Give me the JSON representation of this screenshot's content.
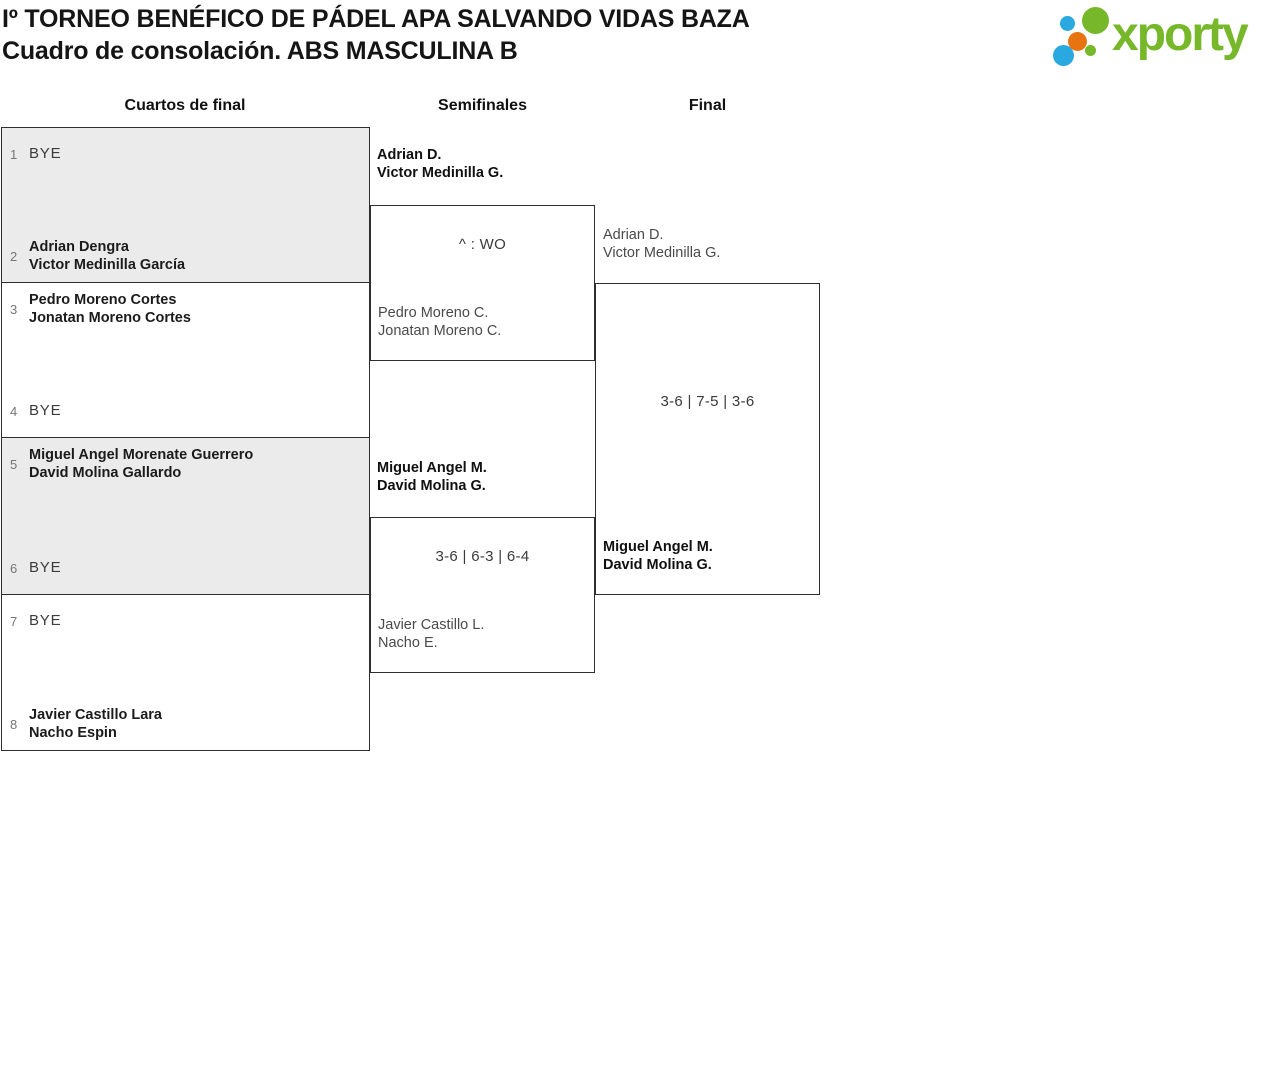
{
  "header": {
    "title": "Iº TORNEO BENÉFICO DE PÁDEL APA SALVANDO VIDAS BAZA",
    "subtitle": "Cuadro de consolación. ABS MASCULINA B",
    "logo": {
      "text": "xporty"
    }
  },
  "rounds": {
    "quarterfinals_label": "Cuartos de final",
    "semifinals_label": "Semifinales",
    "final_label": "Final"
  },
  "quarterfinals": [
    {
      "seed_top": "1",
      "team_top": "BYE",
      "seed_bottom": "2",
      "team_bottom": "Adrian Dengra\nVictor Medinilla García"
    },
    {
      "seed_top": "3",
      "team_top": "Pedro Moreno Cortes\nJonatan Moreno Cortes",
      "seed_bottom": "4",
      "team_bottom": "BYE"
    },
    {
      "seed_top": "5",
      "team_top": "Miguel Angel Morenate Guerrero\nDavid Molina Gallardo",
      "seed_bottom": "6",
      "team_bottom": "BYE"
    },
    {
      "seed_top": "7",
      "team_top": "BYE",
      "seed_bottom": "8",
      "team_bottom": "Javier Castillo Lara\nNacho Espin"
    }
  ],
  "semifinals": [
    {
      "winner": "Adrian D.\nVictor Medinilla G.",
      "score": "^ : WO",
      "loser": "Pedro Moreno C.\nJonatan Moreno C."
    },
    {
      "winner": "Miguel Angel M.\nDavid Molina G.",
      "score": "3-6 | 6-3 | 6-4",
      "loser": "Javier Castillo L.\nNacho E."
    }
  ],
  "final_match": {
    "top_team": "Adrian D.\nVictor Medinilla G.",
    "score": "3-6 | 7-5 | 3-6",
    "winner_team": "Miguel Angel M.\nDavid Molina G."
  },
  "colors": {
    "logo_green": "#76b82a",
    "logo_blue": "#29a9e0",
    "logo_orange": "#e87411",
    "box_shade": "#ebebeb",
    "line": "#2e2e2e"
  }
}
